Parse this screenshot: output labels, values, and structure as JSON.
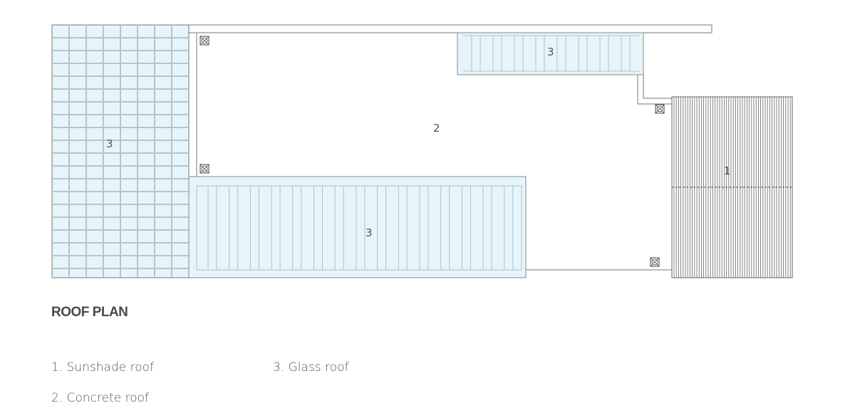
{
  "plan": {
    "zone_labels": {
      "left_glass": "3",
      "top_glass": "3",
      "bottom_glass": "3",
      "concrete": "2",
      "sunshade": "1"
    }
  },
  "title": "ROOF PLAN",
  "legend": [
    {
      "text": "1. Sunshade roof"
    },
    {
      "text": "2. Concrete roof"
    },
    {
      "text": "3. Glass roof"
    }
  ],
  "colors": {
    "glass": "#e6f5fa",
    "line": "#666666",
    "glass_line": "#a9c3c9"
  }
}
